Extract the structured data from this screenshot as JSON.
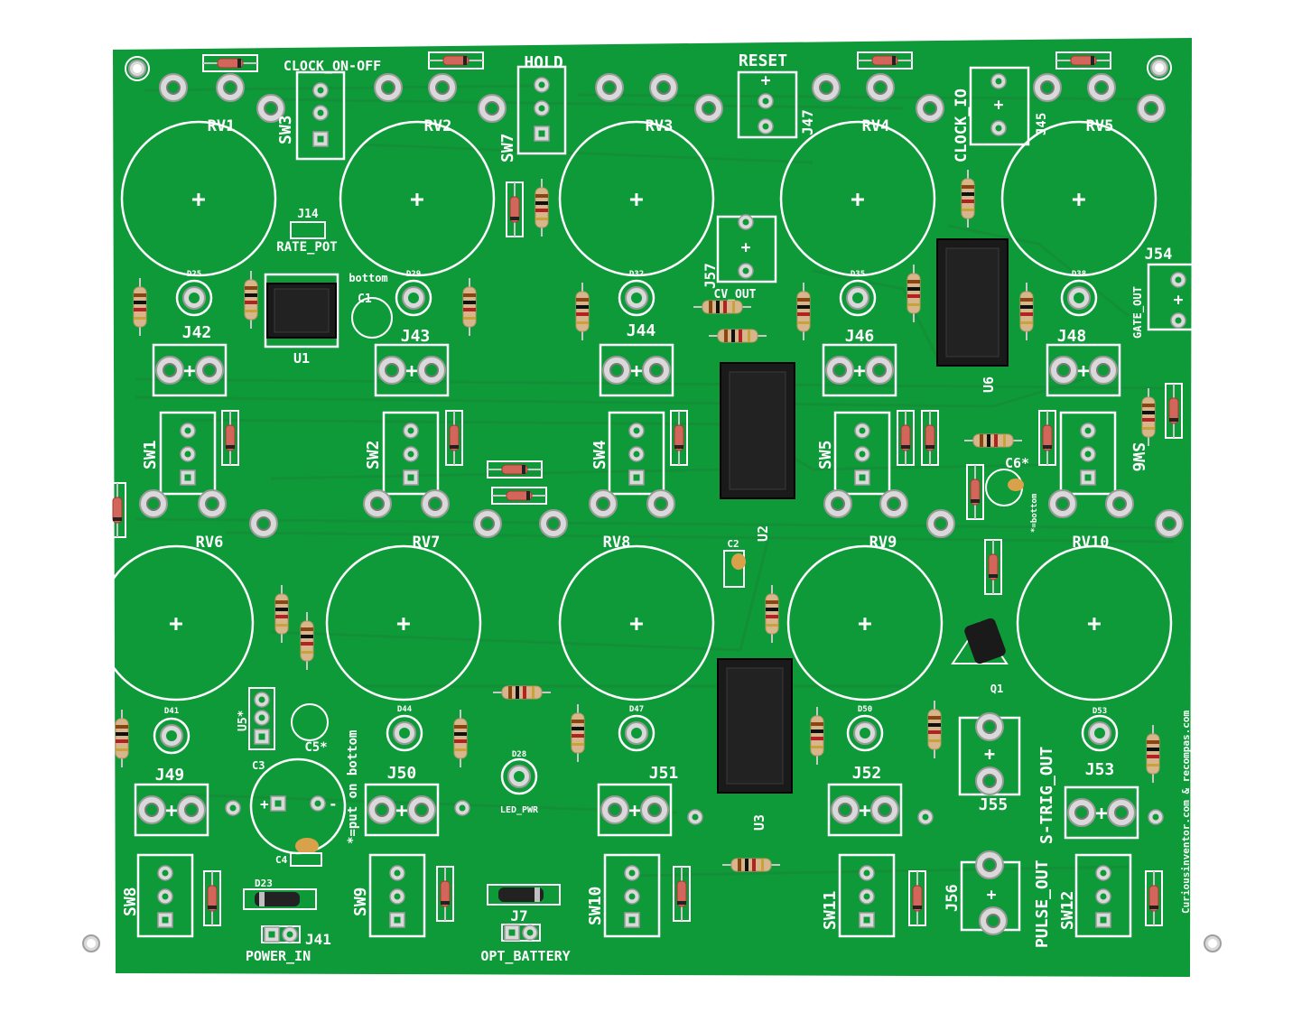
{
  "board": {
    "color": "#0f9a3a",
    "trace_color": "#138f37",
    "silk_color": "#ffffff",
    "pad_color": "#d9d9d9"
  },
  "labels": {
    "clock_on_off": "CLOCK_ON-OFF",
    "hold": "HOLD",
    "reset": "RESET",
    "clock_io": "CLOCK_IO",
    "sw3": "SW3",
    "sw7": "SW7",
    "j47": "J47",
    "j45": "J45",
    "rv1": "RV1",
    "rv2": "RV2",
    "rv3": "RV3",
    "rv4": "RV4",
    "rv5": "RV5",
    "rv6": "RV6",
    "rv7": "RV7",
    "rv8": "RV8",
    "rv9": "RV9",
    "rv10": "RV10",
    "j14": "J14",
    "rate_pot": "RATE_POT",
    "bottom": "bottom",
    "c1": "C1",
    "u1": "U1",
    "d25": "D25",
    "d29": "D29",
    "d32": "D32",
    "d35": "D35",
    "d38": "D38",
    "j42": "J42",
    "j43": "J43",
    "j44": "J44",
    "j46": "J46",
    "j48": "J48",
    "j54": "J54",
    "gate_out": "GATE_OUT",
    "j57": "J57",
    "cv_out": "CV_OUT",
    "u6": "U6",
    "sw1": "SW1",
    "sw2": "SW2",
    "sw4": "SW4",
    "sw5": "SW5",
    "sw6": "SW6",
    "c6": "C6*",
    "bottom_note": "*=bottom",
    "u2": "U2",
    "c2": "C2",
    "q1": "Q1",
    "d41": "D41",
    "d44": "D44",
    "d47": "D47",
    "d50": "D50",
    "d53": "D53",
    "u5": "U5*",
    "c5": "C5*",
    "c3": "C3",
    "put_on_bottom": "*=put on bottom",
    "d28": "D28",
    "led_pwr": "LED_PWR",
    "j49": "J49",
    "j50": "J50",
    "j51": "J51",
    "j52": "J52",
    "j53": "J53",
    "u3": "U3",
    "j55": "J55",
    "pulse_out": "PULSE_OUT",
    "s_trig_out": "S-TRIG_OUT",
    "credit": "Curiousinventor.com & recompas.com",
    "title": "Voice of Saturn Sequencer v1.04b 6/28/10",
    "c4": "C4",
    "d23": "D23",
    "sw8": "SW8",
    "sw9": "SW9",
    "sw10": "SW10",
    "sw11": "SW11",
    "sw12": "SW12",
    "j41": "J41",
    "power_in": "POWER_IN",
    "j7": "J7",
    "opt_battery": "OPT_BATTERY",
    "j56": "J56",
    "plus": "+",
    "minus": "-"
  }
}
